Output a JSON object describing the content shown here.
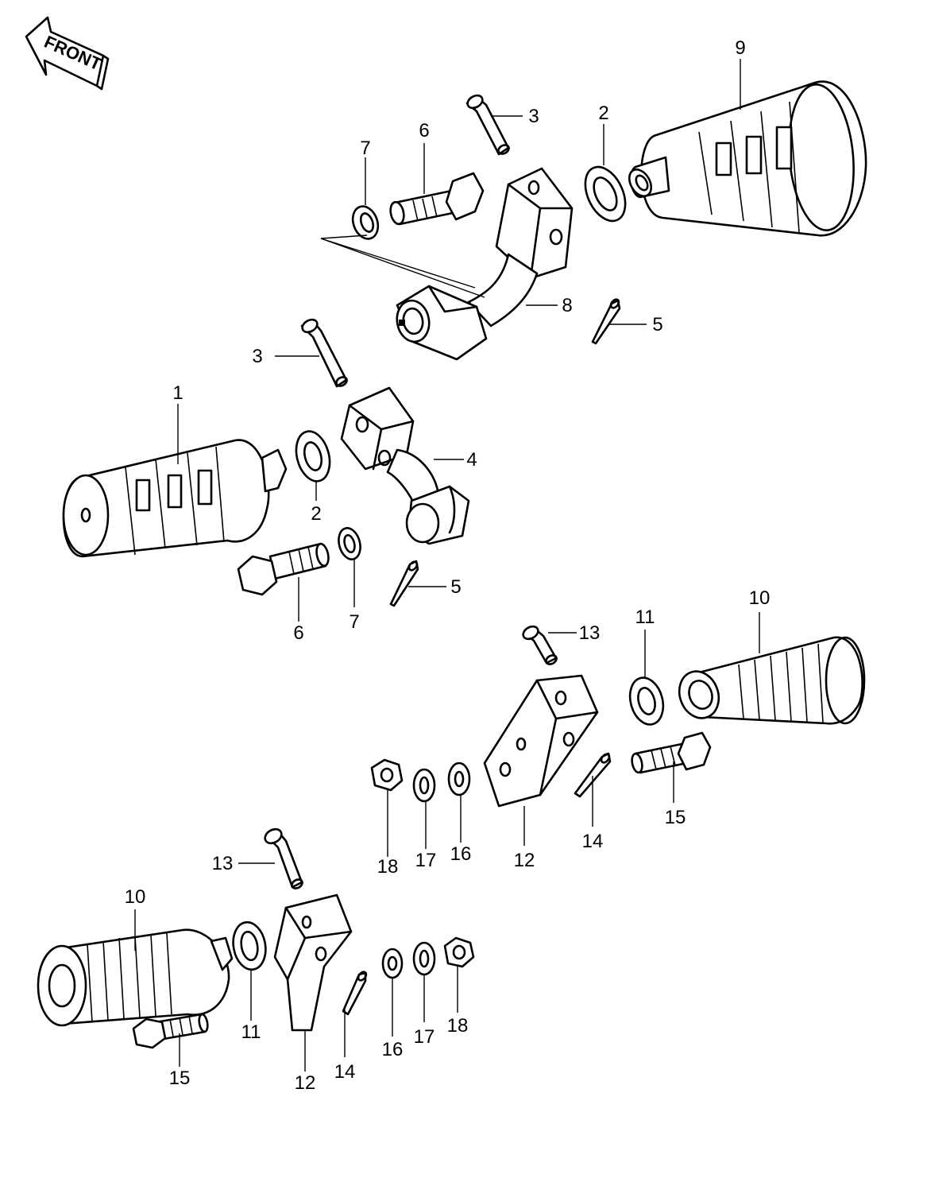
{
  "badge": {
    "text": "FRONT"
  },
  "labels": {
    "p1": "1",
    "p2a": "2",
    "p2b": "2",
    "p3a": "3",
    "p3b": "3",
    "p4": "4",
    "p5a": "5",
    "p5b": "5",
    "p6a": "6",
    "p6b": "6",
    "p7a": "7",
    "p7b": "7",
    "p8": "8",
    "p9": "9",
    "p10a": "10",
    "p10b": "10",
    "p11a": "11",
    "p11b": "11",
    "p12a": "12",
    "p12b": "12",
    "p13a": "13",
    "p13b": "13",
    "p14a": "14",
    "p14b": "14",
    "p15a": "15",
    "p15b": "15",
    "p16a": "16",
    "p16b": "16",
    "p17a": "17",
    "p17b": "17",
    "p18a": "18",
    "p18b": "18"
  }
}
